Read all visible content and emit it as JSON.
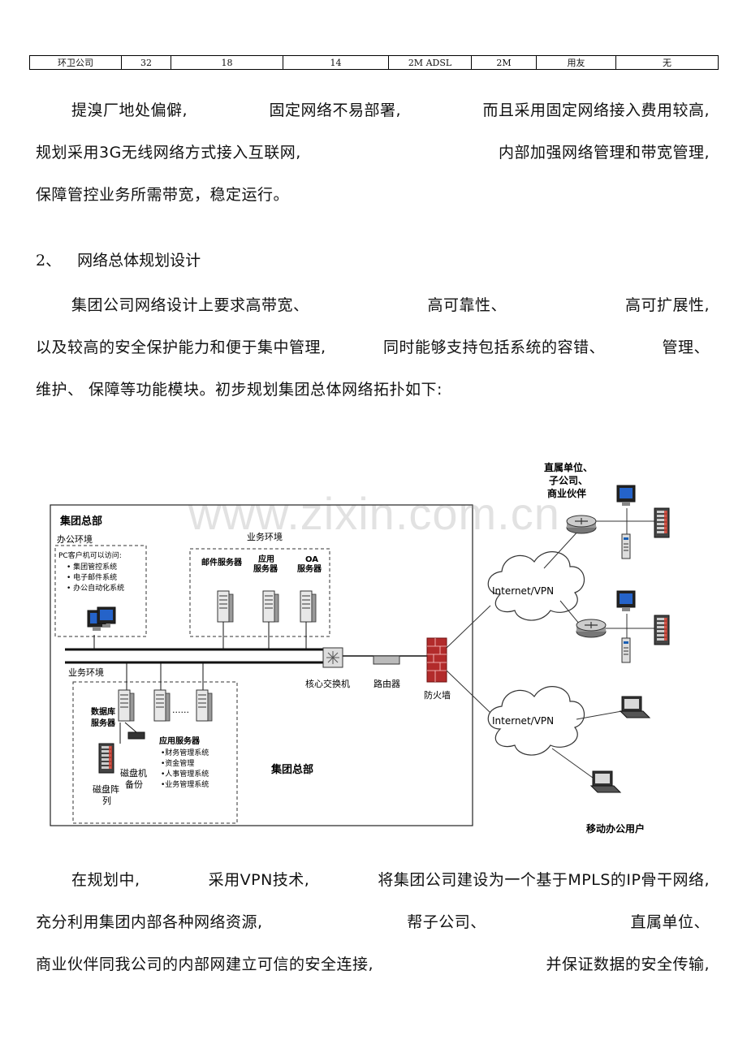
{
  "table_row": [
    "环卫公司",
    "32",
    "18",
    "14",
    "2M ADSL",
    "2M",
    "用友",
    "无"
  ],
  "para1": {
    "line1": [
      "提溴厂地处偏僻,",
      "固定网络不易部署,",
      "而且采用固定网络接入费用较高,"
    ],
    "line2": [
      "规划采用3G无线网络方式接入互联网,",
      "内部加强网络管理和带宽管理,"
    ],
    "line3": "保障管控业务所需带宽，稳定运行。"
  },
  "heading": {
    "number": "2、",
    "text": "网络总体规划设计"
  },
  "para2": {
    "line1": [
      "集团公司网络设计上要求高带宽、",
      "高可靠性、",
      "高可扩展性,"
    ],
    "line2": [
      "以及较高的安全保护能力和便于集中管理,",
      "同时能够支持包括系统的容错、",
      "管理、"
    ],
    "line3": "维护、 保障等功能模块。初步规划集团总体网络拓扑如下:"
  },
  "diagram": {
    "hq_title": "集团总部",
    "office_env": "办公环境",
    "office_desc": "PC客户机可以访问:",
    "office_items": [
      "• 集团管控系统",
      "• 电子邮件系统",
      "• 办公自动化系统"
    ],
    "biz_env_top": "业务环境",
    "mail_server": "邮件服务器",
    "app_server_1": "应用",
    "app_server_2": "服务器",
    "oa_server_1": "OA",
    "oa_server_2": "服务器",
    "biz_env_bottom": "业务环境",
    "db_server_1": "数据库",
    "db_server_2": "服务器",
    "dots": "......",
    "app_servers_title": "应用服务器",
    "app_servers_items": [
      "•财务管理系统",
      "•资金管理",
      "•人事管理系统",
      "•业务管理系统"
    ],
    "disk_backup_1": "磁盘机",
    "disk_backup_2": "备份",
    "disk_array_1": "磁盘阵",
    "disk_array_2": "列",
    "hq_bottom": "集团总部",
    "core_switch": "核心交换机",
    "router": "路由器",
    "firewall": "防火墙",
    "cloud_1": "Internet/VPN",
    "cloud_2": "Internet/VPN",
    "branch_1": "直属单位、",
    "branch_2": "子公司、",
    "branch_3": "商业伙伴",
    "mobile_users": "移动办公用户"
  },
  "watermark": "www.zixin.com.cn",
  "para3": {
    "line1": [
      "在规划中,",
      "采用VPN技术,",
      "将集团公司建设为一个基于MPLS的IP骨干网络,"
    ],
    "line2": [
      "充分利用集团内部各种网络资源,",
      "帮子公司、",
      "直属单位、"
    ],
    "line3": [
      "商业伙伴同我公司的内部网建立可信的安全连接,",
      "并保证数据的安全传输,"
    ]
  }
}
